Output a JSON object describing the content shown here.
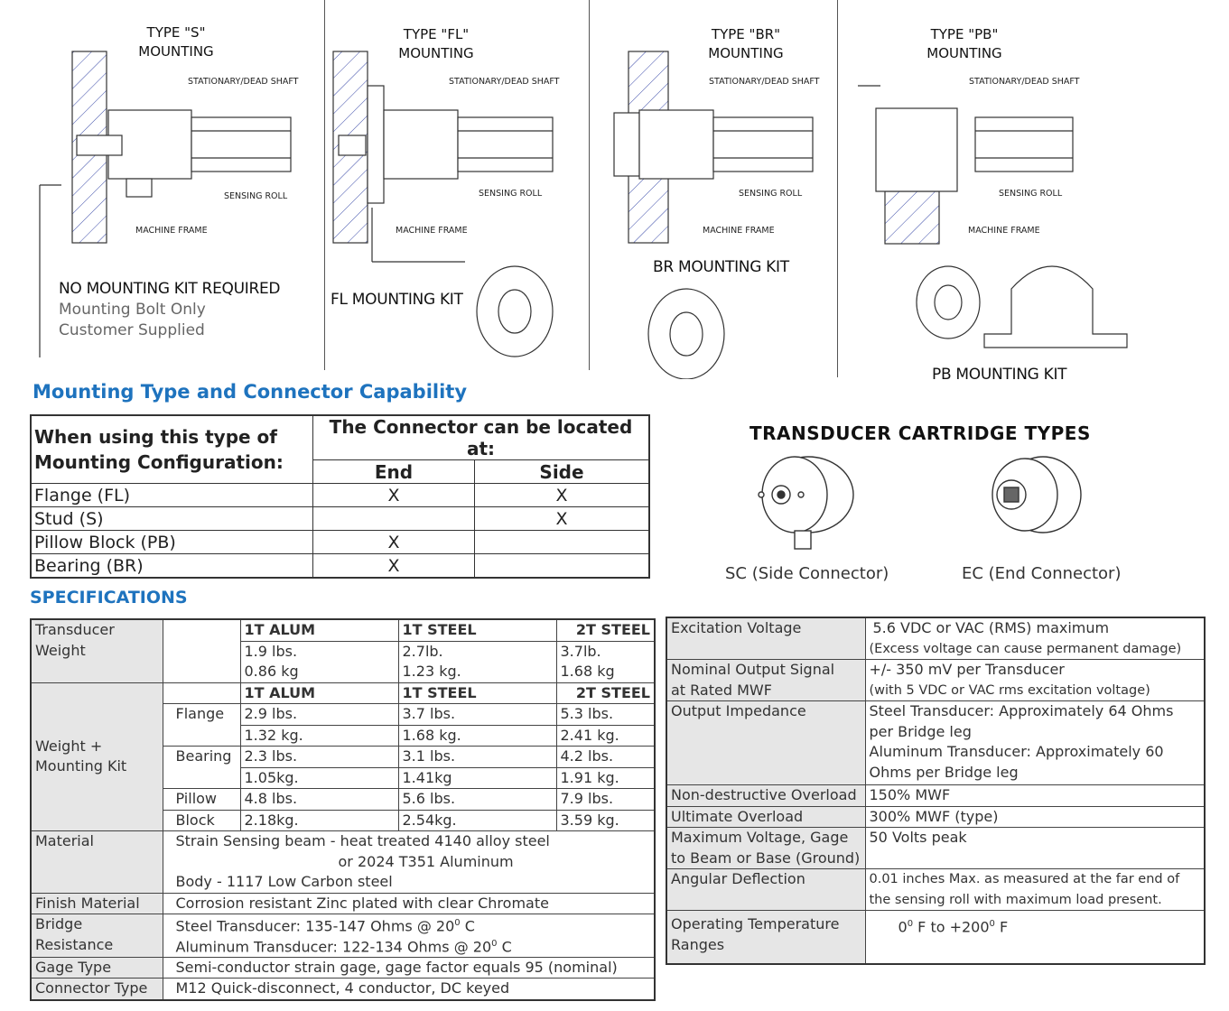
{
  "mounting_types": [
    {
      "title": "TYPE \"S\"",
      "subtitle": "MOUNTING",
      "shaft_label": "STATIONARY/DEAD SHAFT",
      "roll_label": "SENSING ROLL",
      "frame_label": "MACHINE FRAME"
    },
    {
      "title": "TYPE \"FL\"",
      "subtitle": "MOUNTING",
      "shaft_label": "STATIONARY/DEAD SHAFT",
      "roll_label": "SENSING ROLL",
      "frame_label": "MACHINE FRAME"
    },
    {
      "title": "TYPE \"BR\"",
      "subtitle": "MOUNTING",
      "shaft_label": "STATIONARY/DEAD SHAFT",
      "roll_label": "SENSING ROLL",
      "frame_label": "MACHINE FRAME"
    },
    {
      "title": "TYPE \"PB\"",
      "subtitle": "MOUNTING",
      "shaft_label": "STATIONARY/DEAD SHAFT",
      "roll_label": "SENSING ROLL",
      "frame_label": "MACHINE FRAME"
    }
  ],
  "kits": {
    "s_main": "NO MOUNTING KIT REQUIRED",
    "s_line1": "Mounting Bolt Only",
    "s_line2": "Customer Supplied",
    "fl": "FL MOUNTING KIT",
    "br": "BR MOUNTING KIT",
    "pb": "PB MOUNTING KIT"
  },
  "capability": {
    "heading": "Mounting Type and Connector Capability",
    "col1": "When using this type of Mounting Configuration:",
    "col_group": "The Connector can be located at:",
    "col_end": "End",
    "col_side": "Side",
    "rows": [
      {
        "type": "Flange (FL)",
        "end": "X",
        "side": "X"
      },
      {
        "type": "Stud (S)",
        "end": "",
        "side": "X"
      },
      {
        "type": "Pillow Block (PB)",
        "end": "X",
        "side": ""
      },
      {
        "type": "Bearing (BR)",
        "end": "X",
        "side": ""
      }
    ]
  },
  "cartridge": {
    "title": "TRANSDUCER CARTRIDGE TYPES",
    "sc": "SC (Side Connector)",
    "ec": "EC (End Connector)"
  },
  "specs": {
    "heading": "SPECIFICATIONS",
    "cols": [
      "1T ALUM",
      "1T STEEL",
      "2T STEEL"
    ],
    "transducer_weight_label": "Transducer Weight",
    "transducer_weight": [
      [
        "1.9 lbs.",
        "2.7lb.",
        "3.7lb."
      ],
      [
        "0.86 kg",
        "1.23 kg.",
        "1.68 kg"
      ]
    ],
    "kit_label_1": "Weight +",
    "kit_label_2": "Mounting Kit",
    "flange_label": "Flange",
    "flange": [
      [
        "2.9 lbs.",
        "3.7 lbs.",
        "5.3 lbs."
      ],
      [
        "1.32 kg.",
        "1.68 kg.",
        "2.41 kg."
      ]
    ],
    "bearing_label": "Bearing",
    "bearing": [
      [
        "2.3 lbs.",
        "3.1 lbs.",
        "4.2 lbs."
      ],
      [
        "1.05kg.",
        "1.41kg",
        "1.91 kg."
      ]
    ],
    "pillow_label_1": "Pillow",
    "pillow_label_2": "Block",
    "pillow": [
      [
        "4.8 lbs.",
        "5.6 lbs.",
        "7.9 lbs."
      ],
      [
        "2.18kg.",
        "2.54kg.",
        "3.59 kg."
      ]
    ],
    "material_label": "Material",
    "material_1": "Strain Sensing beam - heat treated 4140 alloy steel",
    "material_2": "or 2024 T351 Aluminum",
    "material_3": "Body - 1117 Low Carbon steel",
    "finish_label": "Finish Material",
    "finish": "Corrosion resistant Zinc plated with clear Chromate",
    "bridge_label": "Bridge Resistance",
    "bridge_1": "Steel Transducer: 135-147 Ohms @ 20",
    "bridge_2": "Aluminum Transducer: 122-134 Ohms @ 20",
    "deg_sup": "0",
    "deg_unit": "C",
    "gage_label": "Gage Type",
    "gage": "Semi-conductor strain gage, gage factor equals 95 (nominal)",
    "connector_label": "Connector Type",
    "connector": "M12 Quick-disconnect, 4 conductor, DC keyed",
    "excitation_label": "Excitation Voltage",
    "excitation_1": "5.6 VDC or VAC (RMS) maximum",
    "excitation_2": "(Excess voltage can cause permanent damage)",
    "output_label_1": "Nominal Output Signal",
    "output_label_2": "at Rated MWF",
    "output_1": "+/- 350 mV per Transducer",
    "output_2": "(with 5 VDC or VAC rms excitation voltage)",
    "impedance_label": "Output Impedance",
    "impedance_1": "Steel Transducer: Approximately 64 Ohms",
    "impedance_2": "per Bridge leg",
    "impedance_3": "Aluminum Transducer: Approximately 60",
    "impedance_4": "Ohms per Bridge leg",
    "nd_overload_label": "Non-destructive Overload",
    "nd_overload": "150% MWF",
    "ult_overload_label": "Ultimate Overload",
    "ult_overload": "300% MWF (type)",
    "maxv_label_1": "Maximum Voltage, Gage",
    "maxv_label_2": "to Beam or Base (Ground)",
    "maxv": "50 Volts peak",
    "deflection_label": "Angular Deflection",
    "deflection_1": "0.01 inches Max. as measured at the far end of",
    "deflection_2": "the sensing roll with maximum load present.",
    "temp_label_1": "Operating Temperature",
    "temp_label_2": "Ranges",
    "temp_a": "0",
    "temp_b": " F to +200",
    "temp_c": " F"
  }
}
